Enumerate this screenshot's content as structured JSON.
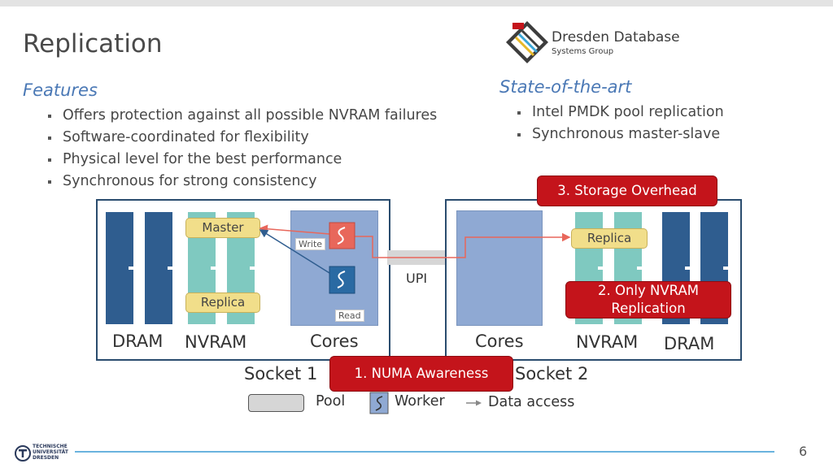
{
  "slide": {
    "title": "Replication",
    "page_number": "6"
  },
  "logo": {
    "line1": "Dresden Database",
    "line2": "Systems Group"
  },
  "features": {
    "heading": "Features",
    "items": [
      "Offers protection against all possible NVRAM failures",
      "Software-coordinated for flexibility",
      "Physical level for the best performance",
      "Synchronous for strong consistency"
    ]
  },
  "state_of_the_art": {
    "heading": "State-of-the-art",
    "items": [
      "Intel PMDK pool replication",
      "Synchronous master-slave"
    ]
  },
  "diagram": {
    "socket1": {
      "label": "Socket 1",
      "dram": "DRAM",
      "nvram": "NVRAM",
      "cores": "Cores",
      "master": "Master",
      "replica": "Replica",
      "write": "Write",
      "read": "Read"
    },
    "socket2": {
      "label": "Socket 2",
      "cores": "Cores",
      "nvram": "NVRAM",
      "dram": "DRAM",
      "replica": "Replica"
    },
    "upi": "UPI",
    "callouts": {
      "numa": "1. NUMA Awareness",
      "nvram_only_line1": "2. Only NVRAM",
      "nvram_only_line2": "Replication",
      "storage": "3. Storage Overhead"
    },
    "colors": {
      "dram": "#2f5d8f",
      "nvram": "#7fc9c0",
      "cores": "#8fa9d3",
      "callout": "#c4141b",
      "arrow": "#e8675b"
    }
  },
  "legend": {
    "pool": "Pool",
    "worker": "Worker",
    "data_access": "Data access"
  },
  "footer": {
    "tud_line1": "TECHNISCHE",
    "tud_line2": "UNIVERSITÄT",
    "tud_line3": "DRESDEN"
  }
}
